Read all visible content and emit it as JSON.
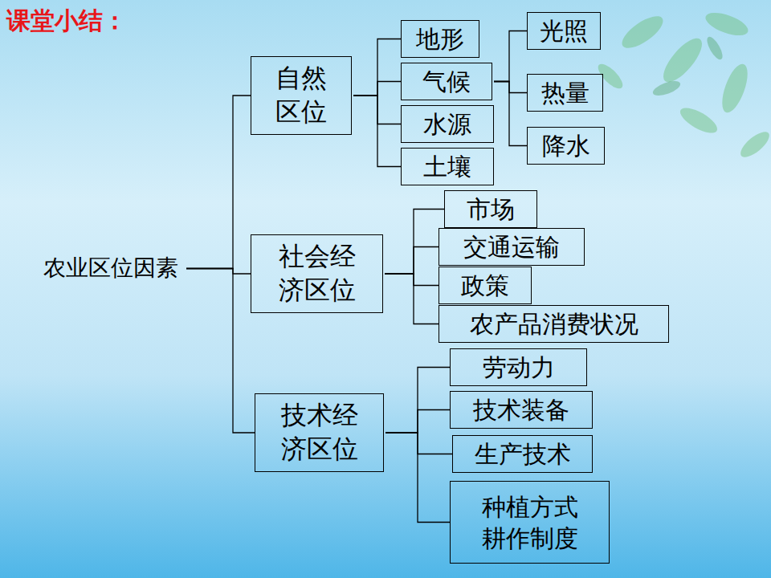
{
  "diagram": {
    "nodes": [
      {
        "text": [
          "农业区位因素"
        ]
      },
      {
        "text": [
          "自然 区位"
        ]
      },
      {
        "text": [
          "地形"
        ]
      },
      {
        "text": [
          "气候"
        ]
      },
      {
        "text": [
          "光照"
        ]
      },
      {
        "text": [
          "热量"
        ]
      },
      {
        "text": [
          "降水"
        ]
      },
      {
        "text": [
          "水源"
        ]
      },
      {
        "text": [
          "土壤"
        ]
      },
      {
        "text": [
          "社会经 济区位"
        ]
      },
      {
        "text": [
          "市场"
        ]
      },
      {
        "text": [
          "交通运输"
        ]
      },
      {
        "text": [
          "政策"
        ]
      },
      {
        "text": [
          "农产品消费状况"
        ]
      },
      {
        "text": [
          "技术经 济区位"
        ]
      },
      {
        "text": [
          "劳动力"
        ]
      },
      {
        "text": [
          "技术装备"
        ]
      },
      {
        "text": [
          "生产技术"
        ]
      },
      {
        "text": [
          "种植方式 耕作制度"
        ]
      }
    ],
    "edges": [
      {
        "from": 0,
        "to": 1,
        "arrow": "none"
      },
      {
        "from": 0,
        "to": 9,
        "arrow": "none"
      },
      {
        "from": 0,
        "to": 14,
        "arrow": "none"
      },
      {
        "from": 1,
        "to": 2,
        "arrow": "none"
      },
      {
        "from": 1,
        "to": 3,
        "arrow": "none"
      },
      {
        "from": 1,
        "to": 7,
        "arrow": "none"
      },
      {
        "from": 1,
        "to": 8,
        "arrow": "none"
      },
      {
        "from": 3,
        "to": 4,
        "arrow": "none"
      },
      {
        "from": 3,
        "to": 5,
        "arrow": "none"
      },
      {
        "from": 3,
        "to": 6,
        "arrow": "none"
      },
      {
        "from": 9,
        "to": 10,
        "arrow": "none"
      },
      {
        "from": 9,
        "to": 11,
        "arrow": "none"
      },
      {
        "from": 9,
        "to": 12,
        "arrow": "none"
      },
      {
        "from": 9,
        "to": 13,
        "arrow": "none"
      },
      {
        "from": 14,
        "to": 15,
        "arrow": "none"
      },
      {
        "from": 14,
        "to": 16,
        "arrow": "none"
      },
      {
        "from": 14,
        "to": 17,
        "arrow": "none"
      },
      {
        "from": 14,
        "to": 18,
        "arrow": "none"
      }
    ],
    "labels": [
      "课堂小结："
    ]
  }
}
